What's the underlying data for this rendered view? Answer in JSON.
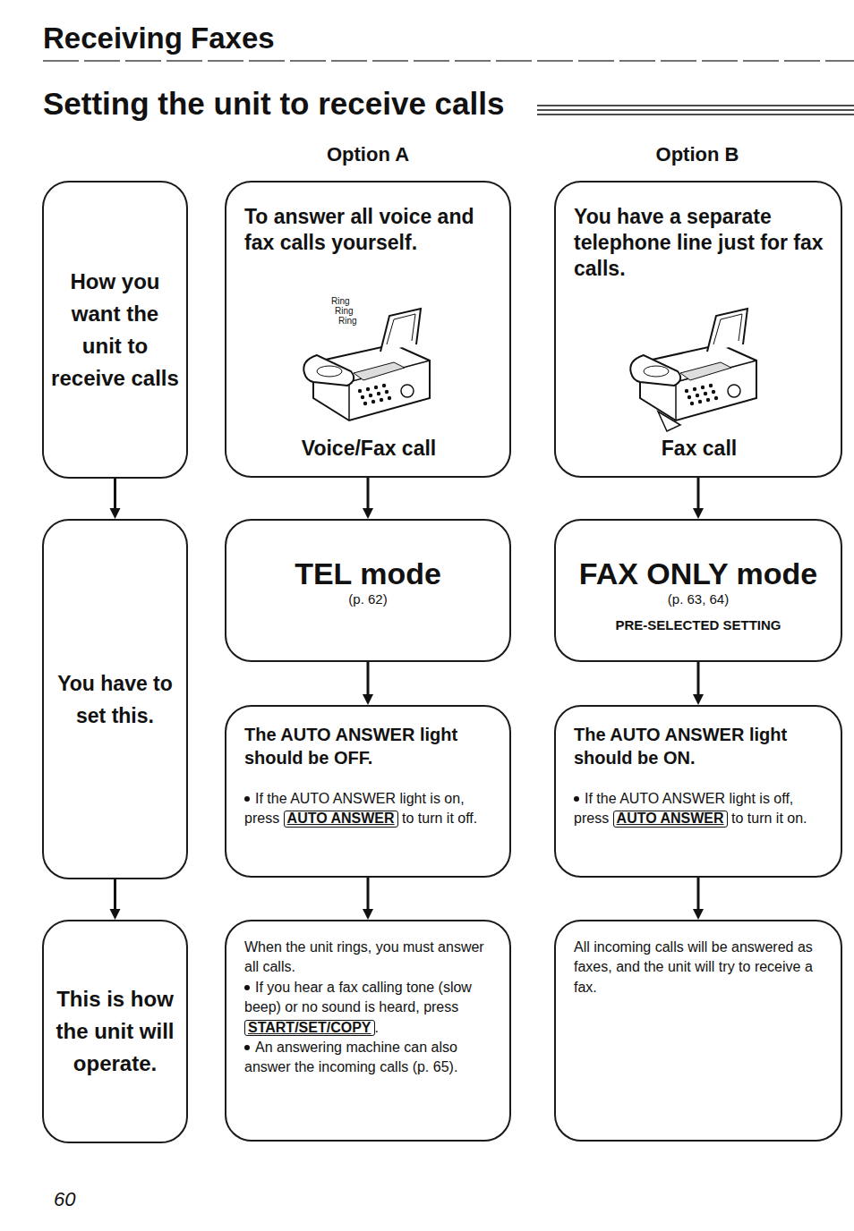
{
  "diagram": {
    "title": "Receiving Faxes",
    "nodes": [
      {
        "text": [
          "How you want the unit to receive calls"
        ]
      },
      {
        "text": [
          "You have to set this."
        ]
      },
      {
        "text": [
          "This is how the unit will operate."
        ]
      },
      {
        "text": [
          "To answer all voice and fax calls yourself.",
          "Voice/Fax call"
        ]
      },
      {
        "text": [
          "TEL mode",
          "(p. 62)"
        ]
      },
      {
        "text": [
          "The AUTO ANSWER light should be OFF.",
          "If the AUTO ANSWER light is on, press",
          "AUTO ANSWER",
          "to turn it off."
        ]
      },
      {
        "text": [
          "When the unit rings, you must answer all calls.",
          "If you hear a fax calling tone (slow beep) or no sound is heard, press",
          "START/SET/COPY",
          ".",
          "An answering machine can also answer the incoming calls (p. 65)."
        ]
      },
      {
        "text": [
          "You have a separate telephone line just for fax calls.",
          "Fax call"
        ]
      },
      {
        "text": [
          "FAX ONLY mode",
          "(p. 63, 64)",
          "PRE-SELECTED SETTING"
        ]
      },
      {
        "text": [
          "The AUTO ANSWER light should be ON.",
          "If the AUTO ANSWER light is off, press",
          "AUTO ANSWER",
          "to turn it on."
        ]
      },
      {
        "text": [
          "All incoming calls will be answered as faxes, and the unit will try to receive a fax."
        ]
      }
    ],
    "edges": [
      {
        "from": 0,
        "to": 1,
        "arrow": "to"
      },
      {
        "from": 1,
        "to": 2,
        "arrow": "to"
      },
      {
        "from": 3,
        "to": 4,
        "arrow": "to"
      },
      {
        "from": 4,
        "to": 5,
        "arrow": "to"
      },
      {
        "from": 5,
        "to": 6,
        "arrow": "to"
      },
      {
        "from": 7,
        "to": 8,
        "arrow": "to"
      },
      {
        "from": 8,
        "to": 9,
        "arrow": "to"
      },
      {
        "from": 9,
        "to": 10,
        "arrow": "to"
      }
    ],
    "labels": [
      "Setting the unit to receive calls",
      "Option A",
      "Option B",
      "Ring",
      "Ring",
      "Ring",
      "60"
    ]
  }
}
